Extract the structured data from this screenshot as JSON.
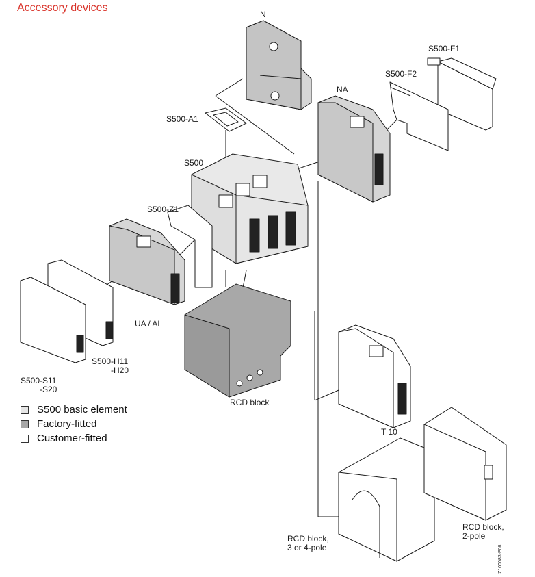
{
  "title": "Accessory devices",
  "labels": {
    "n": "N",
    "s500_f1": "S500-F1",
    "s500_f2": "S500-F2",
    "na": "NA",
    "s500_a1": "S500-A1",
    "s500": "S500",
    "s500_z1": "S500-Z1",
    "ua_al": "UA / AL",
    "s500_h11": "S500-H11",
    "h20": "-H20",
    "s500_s11": "S500-S11",
    "s20": "-S20",
    "rcd_block": "RCD block",
    "t10": "T 10",
    "rcd_block_34_line1": "RCD block,",
    "rcd_block_34_line2": "3 or 4-pole",
    "rcd_block_2_line1": "RCD block,",
    "rcd_block_2_line2": "2-pole"
  },
  "legend": [
    {
      "label": "S500 basic element",
      "color": "#e6e6e6"
    },
    {
      "label": "Factory-fitted",
      "color": "#a6a6a6"
    },
    {
      "label": "Customer-fitted",
      "color": "#ffffff"
    }
  ],
  "colors": {
    "title": "#d9342b",
    "basic_element": "#e6e6e6",
    "factory_fitted": "#a6a6a6",
    "customer_fitted": "#ffffff",
    "outline": "#1a1a1a"
  },
  "drawing_code": "Z100083-E08"
}
